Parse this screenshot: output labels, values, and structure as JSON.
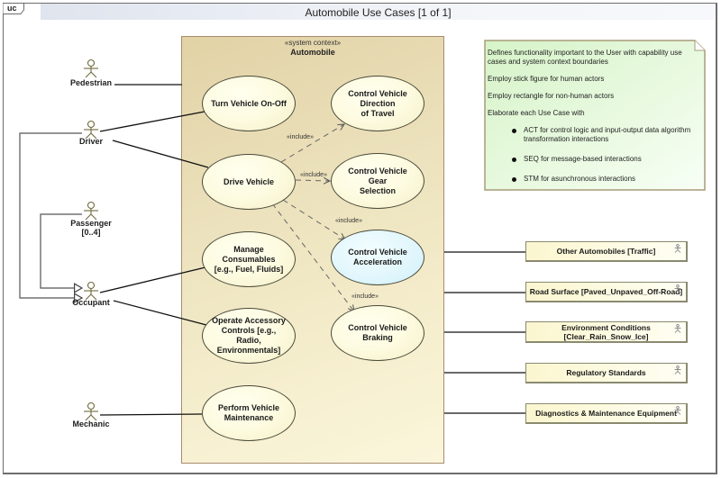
{
  "frame": {
    "kind_tag": "uc",
    "title": "Automobile Use Cases [1 of 1]"
  },
  "system": {
    "stereotype": "«system context»",
    "name": "Automobile"
  },
  "actors": {
    "pedestrian": "Pedestrian",
    "driver": "Driver",
    "passenger": "Passenger\n[0..4]",
    "occupant": "Occupant",
    "mechanic": "Mechanic"
  },
  "use_cases": {
    "turn_on_off": "Turn Vehicle On-Off",
    "drive_vehicle": "Drive Vehicle",
    "manage_consumables": "Manage Consumables\n[e.g., Fuel, Fluids]",
    "operate_accessory": "Operate Accessory\nControls [e.g., Radio,\nEnvironmentals]",
    "perform_maintenance": "Perform Vehicle\nMaintenance",
    "control_direction": "Control Vehicle Direction\nof Travel",
    "control_gear": "Control Vehicle Gear\nSelection",
    "control_acceleration": "Control Vehicle\nAcceleration",
    "control_braking": "Control Vehicle Braking"
  },
  "include_label": "«include»",
  "external_actors": [
    {
      "label": "Other Automobiles [Traffic]"
    },
    {
      "label": "Road Surface [Paved_Unpaved_Off-Road]"
    },
    {
      "label": "Environment Conditions\n[Clear_Rain_Snow_Ice]"
    },
    {
      "label": "Regulatory Standards"
    },
    {
      "label": "Diagnostics & Maintenance Equipment"
    }
  ],
  "note": {
    "paragraphs": [
      "Defines functionality important to the User with capability use cases and system context boundaries",
      "Employ stick figure for human actors",
      "Employ rectangle for non-human actors",
      "Elaborate each Use Case with"
    ],
    "bullets": [
      "ACT for control logic and input-output data algorithm transformation interactions",
      "SEQ for message-based interactions",
      "STM for asunchronous interactions"
    ]
  },
  "colors": {
    "selected_use_case": "#dff5fb",
    "note_fill": "#e6f8dc",
    "system_fill": "#ece2bd",
    "actor_stroke": "#6e6a3c"
  }
}
